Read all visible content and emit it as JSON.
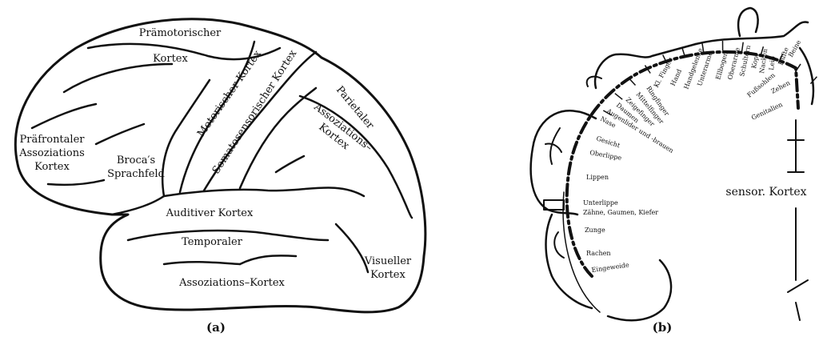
{
  "panel_a": {
    "caption": "(a)",
    "labels": {
      "praemotorischer": "Prämotorischer",
      "kortex_top": "Kortex",
      "motorischer": "Motorischer Kortex",
      "somatosensorischer": "Somatosensorischer Kortex",
      "parietaler": "Parietaler",
      "assoz_kortex_1": "Assoziations–",
      "assoz_kortex_2": "Kortex",
      "praefrontaler_1": "Präfrontaler",
      "praefrontaler_2": "Assoziations",
      "praefrontaler_3": "Kortex",
      "broca_1": "Broca′s",
      "broca_2": "Sprachfeld",
      "auditiver": "Auditiver Kortex",
      "temporaler": "Temporaler",
      "assoz_temporal": "Assoziations–Kortex",
      "visueller_1": "Visueller",
      "visueller_2": "Kortex"
    }
  },
  "panel_b": {
    "caption": "(b)",
    "title": "sensor. Kortex",
    "body_parts_top": [
      "Kl. Finger",
      "Hand",
      "Handgelenke",
      "Unterarme",
      "Ellbogen",
      "Oberarme",
      "Schultern",
      "Kopf",
      "Nacken",
      "Leib",
      "Hüfte",
      "Beine"
    ],
    "finger_parts": [
      "Ringfinger",
      "Mittelfinger",
      "Zeigefinger",
      "Daumen",
      "Augenlider und -brauen",
      "Nase"
    ],
    "face_parts": [
      "Gesicht",
      "Oberlippe",
      "Lippen",
      "Unterlippe",
      "Zähne, Gaumen, Kiefer",
      "Zunge",
      "Rachen",
      "Eingeweide"
    ],
    "leg_parts": [
      "Fußsohlen",
      "Zehen",
      "Genitalien"
    ]
  }
}
